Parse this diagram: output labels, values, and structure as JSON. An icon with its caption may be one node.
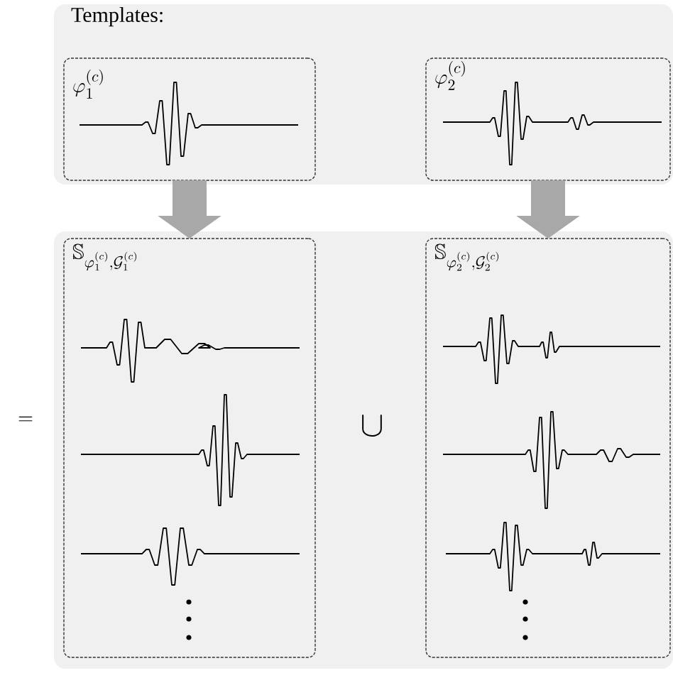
{
  "diagram": {
    "nodes": [
      {
        "text": [
          "Templates:"
        ]
      },
      {
        "text": [
          "\\varphi_1^{(c)}"
        ],
        "in": 0
      },
      {
        "text": [
          "\\varphi_2^{(c)}"
        ],
        "in": 0
      },
      {
        "text": [],
        "shape": "box"
      },
      {
        "text": [
          "\\mathbb{S}_{\\varphi_1^{(c)},\\mathcal{G}_1^{(c)}}"
        ],
        "in": 3
      },
      {
        "text": [
          "\\mathbb{S}_{\\varphi_2^{(c)},\\mathcal{G}_2^{(c)}}"
        ],
        "in": 3
      }
    ],
    "edges": [
      {
        "from": 1,
        "to": 4,
        "arrow": "to"
      },
      {
        "from": 2,
        "to": 5,
        "arrow": "to"
      }
    ],
    "labels": [
      "=",
      "\\cup"
    ]
  }
}
